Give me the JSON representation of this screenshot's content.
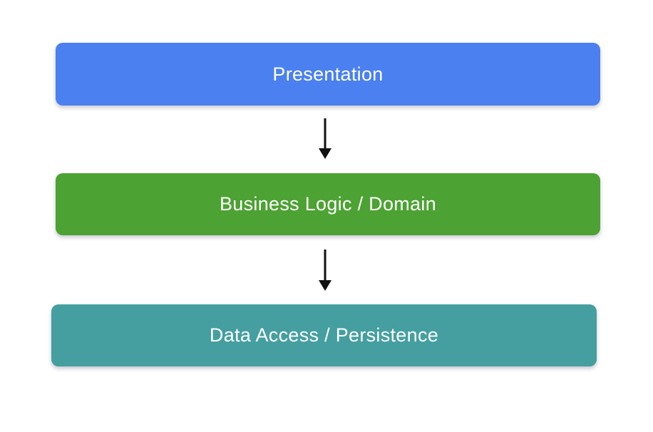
{
  "diagram": {
    "background": "#ffffff",
    "label_color": "#ffffff",
    "arrow_color": "#111111",
    "layers": [
      {
        "label": "Presentation",
        "fill": "#4a80f0"
      },
      {
        "label": "Business Logic / Domain",
        "fill": "#4ca232"
      },
      {
        "label": "Data Access / Persistence",
        "fill": "#459fa0"
      }
    ]
  }
}
